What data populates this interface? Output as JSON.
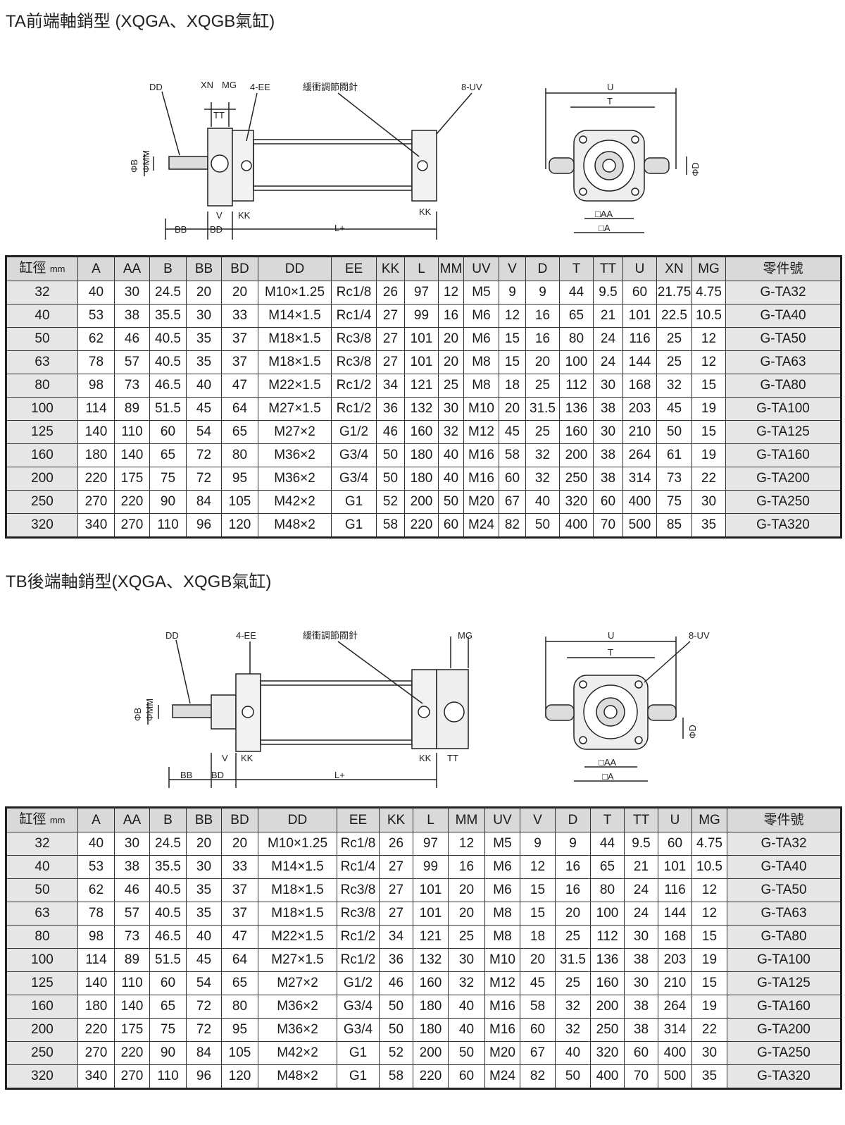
{
  "ta": {
    "title": "TA前端軸銷型 (XQGA、XQGB氣缸)",
    "labels": {
      "dd": "DD",
      "xn": "XN",
      "mg": "MG",
      "ee": "4-EE",
      "cushion": "緩衝調節閥針",
      "uv": "8-UV",
      "tt": "TT",
      "b": "ΦB",
      "mm": "ΦMM",
      "v": "V",
      "kk": "KK",
      "kk2": "KK",
      "bb": "BB",
      "bd": "BD",
      "l": "L+",
      "u": "U",
      "t": "T",
      "d": "ΦD",
      "aa": "□AA",
      "a": "□A"
    },
    "unit": "mm",
    "headers": [
      "缸徑",
      "A",
      "AA",
      "B",
      "BB",
      "BD",
      "DD",
      "EE",
      "KK",
      "L",
      "MM",
      "UV",
      "V",
      "D",
      "T",
      "TT",
      "U",
      "XN",
      "MG",
      "零件號"
    ],
    "rows": [
      [
        "32",
        "40",
        "30",
        "24.5",
        "20",
        "20",
        "M10×1.25",
        "Rc1/8",
        "26",
        "97",
        "12",
        "M5",
        "9",
        "9",
        "44",
        "9.5",
        "60",
        "21.75",
        "4.75",
        "G-TA32"
      ],
      [
        "40",
        "53",
        "38",
        "35.5",
        "30",
        "33",
        "M14×1.5",
        "Rc1/4",
        "27",
        "99",
        "16",
        "M6",
        "12",
        "16",
        "65",
        "21",
        "101",
        "22.5",
        "10.5",
        "G-TA40"
      ],
      [
        "50",
        "62",
        "46",
        "40.5",
        "35",
        "37",
        "M18×1.5",
        "Rc3/8",
        "27",
        "101",
        "20",
        "M6",
        "15",
        "16",
        "80",
        "24",
        "116",
        "25",
        "12",
        "G-TA50"
      ],
      [
        "63",
        "78",
        "57",
        "40.5",
        "35",
        "37",
        "M18×1.5",
        "Rc3/8",
        "27",
        "101",
        "20",
        "M8",
        "15",
        "20",
        "100",
        "24",
        "144",
        "25",
        "12",
        "G-TA63"
      ],
      [
        "80",
        "98",
        "73",
        "46.5",
        "40",
        "47",
        "M22×1.5",
        "Rc1/2",
        "34",
        "121",
        "25",
        "M8",
        "18",
        "25",
        "112",
        "30",
        "168",
        "32",
        "15",
        "G-TA80"
      ],
      [
        "100",
        "114",
        "89",
        "51.5",
        "45",
        "64",
        "M27×1.5",
        "Rc1/2",
        "36",
        "132",
        "30",
        "M10",
        "20",
        "31.5",
        "136",
        "38",
        "203",
        "45",
        "19",
        "G-TA100"
      ],
      [
        "125",
        "140",
        "110",
        "60",
        "54",
        "65",
        "M27×2",
        "G1/2",
        "46",
        "160",
        "32",
        "M12",
        "45",
        "25",
        "160",
        "30",
        "210",
        "50",
        "15",
        "G-TA125"
      ],
      [
        "160",
        "180",
        "140",
        "65",
        "72",
        "80",
        "M36×2",
        "G3/4",
        "50",
        "180",
        "40",
        "M16",
        "58",
        "32",
        "200",
        "38",
        "264",
        "61",
        "19",
        "G-TA160"
      ],
      [
        "200",
        "220",
        "175",
        "75",
        "72",
        "95",
        "M36×2",
        "G3/4",
        "50",
        "180",
        "40",
        "M16",
        "60",
        "32",
        "250",
        "38",
        "314",
        "73",
        "22",
        "G-TA200"
      ],
      [
        "250",
        "270",
        "220",
        "90",
        "84",
        "105",
        "M42×2",
        "G1",
        "52",
        "200",
        "50",
        "M20",
        "67",
        "40",
        "320",
        "60",
        "400",
        "75",
        "30",
        "G-TA250"
      ],
      [
        "320",
        "340",
        "270",
        "110",
        "96",
        "120",
        "M48×2",
        "G1",
        "58",
        "220",
        "60",
        "M24",
        "82",
        "50",
        "400",
        "70",
        "500",
        "85",
        "35",
        "G-TA320"
      ]
    ]
  },
  "tb": {
    "title": "TB後端軸銷型(XQGA、XQGB氣缸)",
    "labels": {
      "dd": "DD",
      "ee": "4-EE",
      "cushion": "緩衝調節閥針",
      "mg": "MG",
      "uv": "8-UV",
      "b": "ΦB",
      "mm": "ΦMM",
      "v": "V",
      "kk": "KK",
      "kk2": "KK",
      "tt": "TT",
      "bb": "BB",
      "bd": "BD",
      "l": "L+",
      "u": "U",
      "t": "T",
      "d": "ΦD",
      "aa": "□AA",
      "a": "□A"
    },
    "unit": "mm",
    "headers": [
      "缸徑",
      "A",
      "AA",
      "B",
      "BB",
      "BD",
      "DD",
      "EE",
      "KK",
      "L",
      "MM",
      "UV",
      "V",
      "D",
      "T",
      "TT",
      "U",
      "MG",
      "零件號"
    ],
    "rows": [
      [
        "32",
        "40",
        "30",
        "24.5",
        "20",
        "20",
        "M10×1.25",
        "Rc1/8",
        "26",
        "97",
        "12",
        "M5",
        "9",
        "9",
        "44",
        "9.5",
        "60",
        "4.75",
        "G-TA32"
      ],
      [
        "40",
        "53",
        "38",
        "35.5",
        "30",
        "33",
        "M14×1.5",
        "Rc1/4",
        "27",
        "99",
        "16",
        "M6",
        "12",
        "16",
        "65",
        "21",
        "101",
        "10.5",
        "G-TA40"
      ],
      [
        "50",
        "62",
        "46",
        "40.5",
        "35",
        "37",
        "M18×1.5",
        "Rc3/8",
        "27",
        "101",
        "20",
        "M6",
        "15",
        "16",
        "80",
        "24",
        "116",
        "12",
        "G-TA50"
      ],
      [
        "63",
        "78",
        "57",
        "40.5",
        "35",
        "37",
        "M18×1.5",
        "Rc3/8",
        "27",
        "101",
        "20",
        "M8",
        "15",
        "20",
        "100",
        "24",
        "144",
        "12",
        "G-TA63"
      ],
      [
        "80",
        "98",
        "73",
        "46.5",
        "40",
        "47",
        "M22×1.5",
        "Rc1/2",
        "34",
        "121",
        "25",
        "M8",
        "18",
        "25",
        "112",
        "30",
        "168",
        "15",
        "G-TA80"
      ],
      [
        "100",
        "114",
        "89",
        "51.5",
        "45",
        "64",
        "M27×1.5",
        "Rc1/2",
        "36",
        "132",
        "30",
        "M10",
        "20",
        "31.5",
        "136",
        "38",
        "203",
        "19",
        "G-TA100"
      ],
      [
        "125",
        "140",
        "110",
        "60",
        "54",
        "65",
        "M27×2",
        "G1/2",
        "46",
        "160",
        "32",
        "M12",
        "45",
        "25",
        "160",
        "30",
        "210",
        "15",
        "G-TA125"
      ],
      [
        "160",
        "180",
        "140",
        "65",
        "72",
        "80",
        "M36×2",
        "G3/4",
        "50",
        "180",
        "40",
        "M16",
        "58",
        "32",
        "200",
        "38",
        "264",
        "19",
        "G-TA160"
      ],
      [
        "200",
        "220",
        "175",
        "75",
        "72",
        "95",
        "M36×2",
        "G3/4",
        "50",
        "180",
        "40",
        "M16",
        "60",
        "32",
        "250",
        "38",
        "314",
        "22",
        "G-TA200"
      ],
      [
        "250",
        "270",
        "220",
        "90",
        "84",
        "105",
        "M42×2",
        "G1",
        "52",
        "200",
        "50",
        "M20",
        "67",
        "40",
        "320",
        "60",
        "400",
        "30",
        "G-TA250"
      ],
      [
        "320",
        "340",
        "270",
        "110",
        "96",
        "120",
        "M48×2",
        "G1",
        "58",
        "220",
        "60",
        "M24",
        "82",
        "50",
        "400",
        "70",
        "500",
        "35",
        "G-TA320"
      ]
    ]
  }
}
